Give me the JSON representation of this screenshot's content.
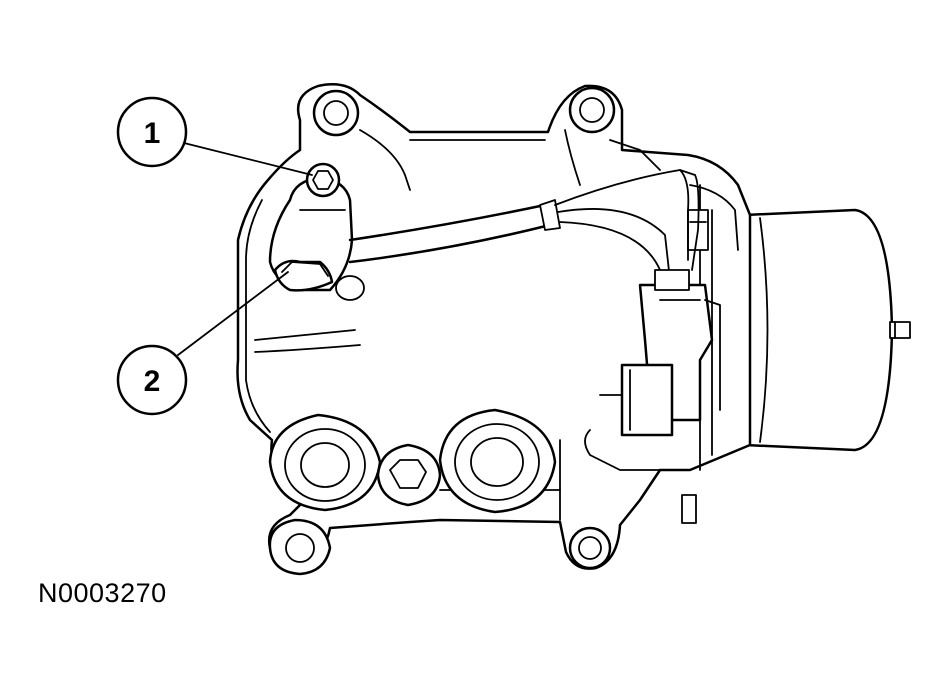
{
  "callouts": [
    {
      "number": "1",
      "target": "sensor-retaining-bolt"
    },
    {
      "number": "2",
      "target": "pressure-sensor"
    }
  ],
  "figure_id": "N0003270",
  "colors": {
    "line": "#000000",
    "background": "#ffffff"
  }
}
